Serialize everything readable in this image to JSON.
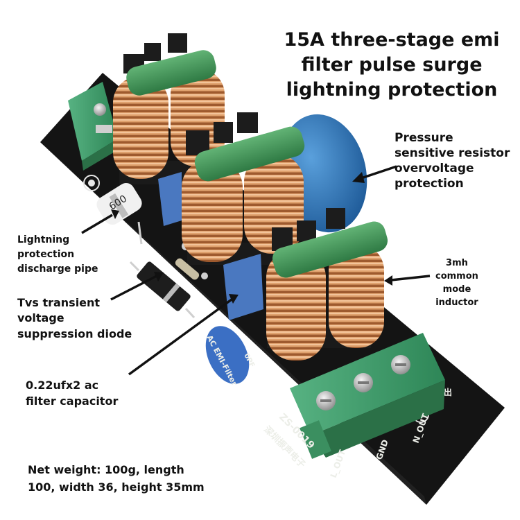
{
  "title": {
    "lines": [
      "15A three-stage emi",
      "filter pulse surge",
      "lightning protection"
    ]
  },
  "callouts": {
    "pressure": [
      "Pressure",
      "sensitive resistor",
      "overvoltage",
      "protection"
    ],
    "lightning": [
      "Lightning",
      "protection",
      "discharge pipe"
    ],
    "tvs": [
      "Tvs transient",
      "voltage",
      "suppression diode"
    ],
    "capacitor": [
      "0.22ufx2 ac",
      "filter capacitor"
    ],
    "inductor": [
      "3mh",
      "common",
      "mode",
      "inductor"
    ],
    "weight": [
      "Net weight: 100g, length",
      "100, width 36, height 35mm"
    ]
  },
  "pcb": {
    "model": "ZS-0019",
    "maker": "深圳振声电子",
    "filter_label": "AC EMI-Filter",
    "terminals": [
      "L_OUT",
      "GND",
      "N_OUT"
    ],
    "output_char": "出",
    "tube_marking": "600",
    "cap_marking": "0PF"
  },
  "colors": {
    "pcb": "#141414",
    "copper": "#c47a45",
    "green_cap": "#4a9a5c",
    "terminal": "#3f9e6a",
    "varistor": "#2f74b4",
    "x_cap": "#4a78c0"
  }
}
